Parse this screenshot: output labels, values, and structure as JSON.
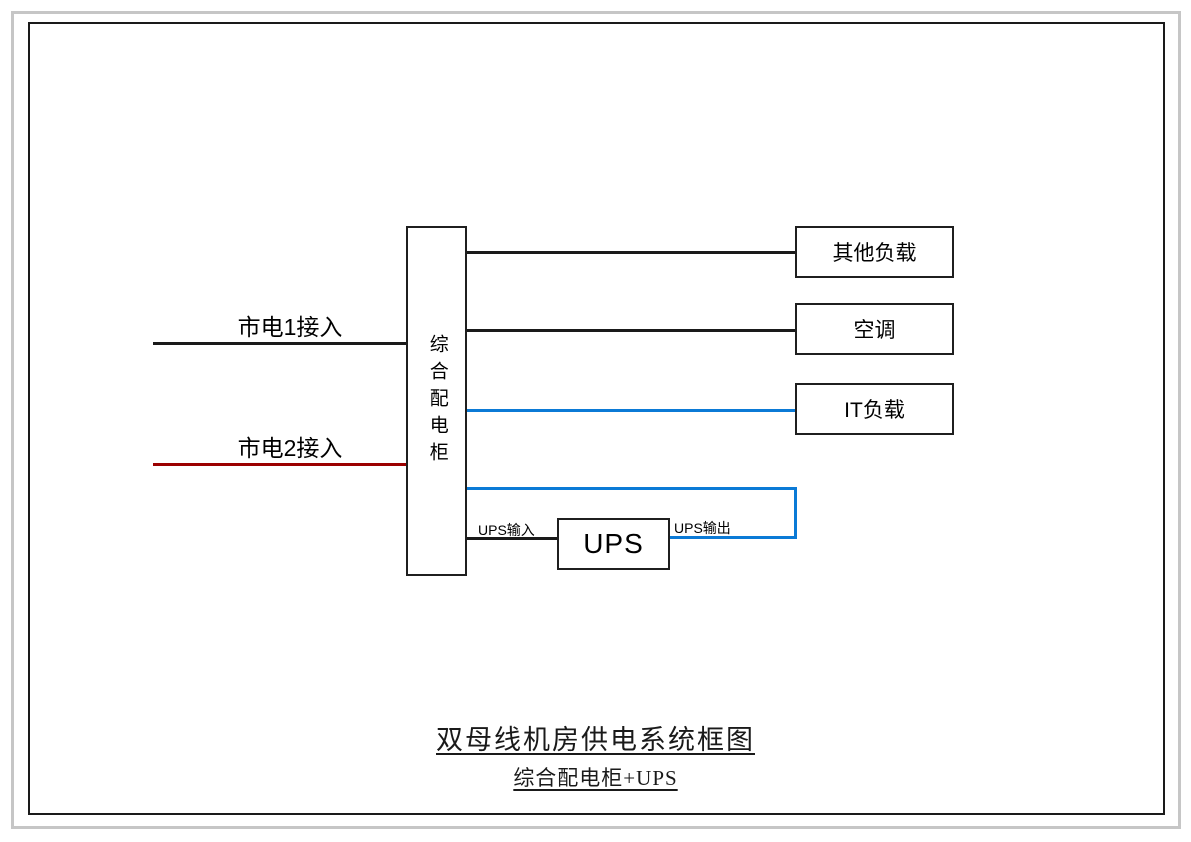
{
  "document": {
    "type": "power-supply-block-diagram",
    "caption_title": "双母线机房供电系统框图",
    "caption_subtitle": "综合配电柜+UPS"
  },
  "colors": {
    "mains1_line": "#1a1a1a",
    "mains2_line": "#9b0000",
    "it_branch_line": "#0b7ad6",
    "ups_output_line": "#0b7ad6",
    "box_border": "#1f1f1f",
    "page_frame_outer": "#c6c6c6",
    "page_frame_inner": "#1a1a1a",
    "background": "#ffffff"
  },
  "inputs": [
    {
      "label": "市电1接入",
      "color": "#1a1a1a"
    },
    {
      "label": "市电2接入",
      "color": "#9b0000"
    }
  ],
  "cabinet": {
    "label": "综合配电柜",
    "characters": [
      "综",
      "合",
      "配",
      "电",
      "柜"
    ]
  },
  "loads": [
    {
      "label": "其他负载",
      "feed_color": "#1a1a1a"
    },
    {
      "label": "空调",
      "feed_color": "#1a1a1a"
    },
    {
      "label": "IT负载",
      "feed_color": "#0b7ad6"
    }
  ],
  "ups": {
    "label": "UPS",
    "input_label": "UPS输入",
    "output_label": "UPS输出"
  },
  "chart_data": {
    "type": "diagram",
    "title": "双母线机房供电系统框图",
    "subtitle": "综合配电柜+UPS",
    "nodes": [
      {
        "id": "mains1",
        "label": "市电1接入",
        "kind": "source"
      },
      {
        "id": "mains2",
        "label": "市电2接入",
        "kind": "source"
      },
      {
        "id": "cabinet",
        "label": "综合配电柜",
        "kind": "distribution-cabinet"
      },
      {
        "id": "other-load",
        "label": "其他负载",
        "kind": "load"
      },
      {
        "id": "hvac",
        "label": "空调",
        "kind": "load"
      },
      {
        "id": "it-load",
        "label": "IT负载",
        "kind": "load"
      },
      {
        "id": "ups",
        "label": "UPS",
        "kind": "ups"
      }
    ],
    "edges": [
      {
        "from": "mains1",
        "to": "cabinet",
        "label": "",
        "color": "#1a1a1a"
      },
      {
        "from": "mains2",
        "to": "cabinet",
        "label": "",
        "color": "#9b0000"
      },
      {
        "from": "cabinet",
        "to": "other-load",
        "label": "",
        "color": "#1a1a1a"
      },
      {
        "from": "cabinet",
        "to": "hvac",
        "label": "",
        "color": "#1a1a1a"
      },
      {
        "from": "cabinet",
        "to": "it-load",
        "label": "",
        "color": "#0b7ad6"
      },
      {
        "from": "cabinet",
        "to": "ups",
        "label": "UPS输入",
        "color": "#1a1a1a"
      },
      {
        "from": "ups",
        "to": "it-load",
        "label": "UPS输出",
        "color": "#0b7ad6"
      }
    ]
  }
}
